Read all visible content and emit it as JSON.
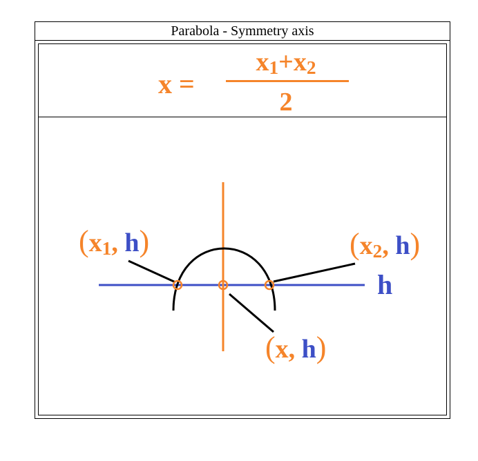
{
  "title": "Parabola - Symmetry axis",
  "formula": {
    "lhs": "x =",
    "numerator_x": "x",
    "numerator_sub1": "1",
    "numerator_plus": "+",
    "numerator_x2": "x",
    "numerator_sub2": "2",
    "denominator": "2"
  },
  "labels": {
    "point1": {
      "open": "(",
      "x": "x",
      "sub": "1",
      "comma": ",",
      "h": "h",
      "close": ")"
    },
    "point2": {
      "open": "(",
      "x": "x",
      "sub": "2",
      "comma": ",",
      "h": "h",
      "close": ")"
    },
    "vertex": {
      "open": "(",
      "x": "x",
      "comma": ",",
      "h": "h",
      "close": ")"
    },
    "line_h": "h"
  },
  "colors": {
    "orange": "#f5842a",
    "blue": "#3d4fc6",
    "black": "#000000"
  }
}
